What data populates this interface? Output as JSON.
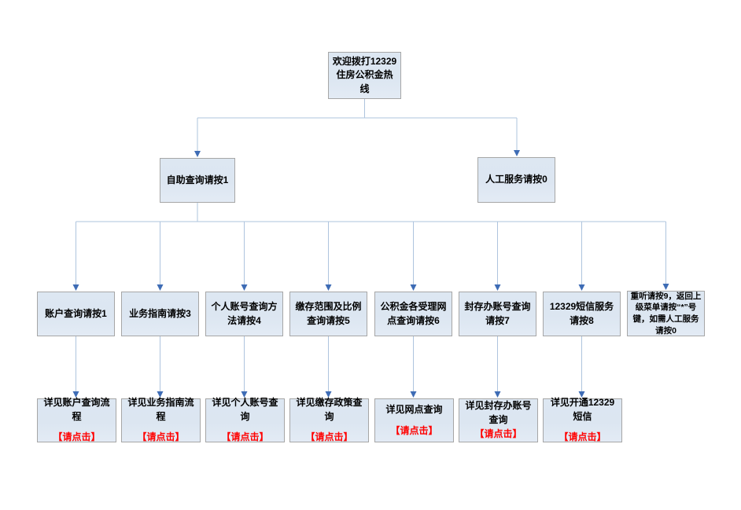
{
  "diagram": {
    "type": "flowchart",
    "description": "12329 housing provident fund hotline IVR menu tree"
  },
  "colors": {
    "box_fill": "#dce6f1",
    "box_border": "#a6a6a6",
    "connector_line": "#aec4de",
    "arrowhead": "#3e6cb5",
    "action_text": "#ff0000",
    "label_text": "#000000",
    "background": "#ffffff"
  },
  "root": {
    "label": "欢迎拨打12329住房公积金热线"
  },
  "level2": [
    {
      "label": "自助查询请按1"
    },
    {
      "label": "人工服务请按0"
    }
  ],
  "level3": [
    {
      "label": "账户查询请按1"
    },
    {
      "label": "业务指南请按3"
    },
    {
      "label": "个人账号查询方法请按4"
    },
    {
      "label": "缴存范围及比例查询请按5"
    },
    {
      "label": "公积金各受理网点查询请按6"
    },
    {
      "label": "封存办账号查询请按7"
    },
    {
      "label": "12329短信服务请按8"
    },
    {
      "label": "重听请按9，返回上级菜单请按“*”号键，如需人工服务请按0"
    }
  ],
  "level4": [
    {
      "label": "详见账户查询流程",
      "action": "【请点击】"
    },
    {
      "label": "详见业务指南流程",
      "action": "【请点击】"
    },
    {
      "label": "详见个人账号查询",
      "action": "【请点击】"
    },
    {
      "label": "详见缴存政策查询",
      "action": "【请点击】"
    },
    {
      "label": "详见网点查询",
      "action": "【请点击】"
    },
    {
      "label": "详见封存办账号查询",
      "action": "【请点击】"
    },
    {
      "label": "详见开通12329短信",
      "action": "【请点击】"
    }
  ]
}
